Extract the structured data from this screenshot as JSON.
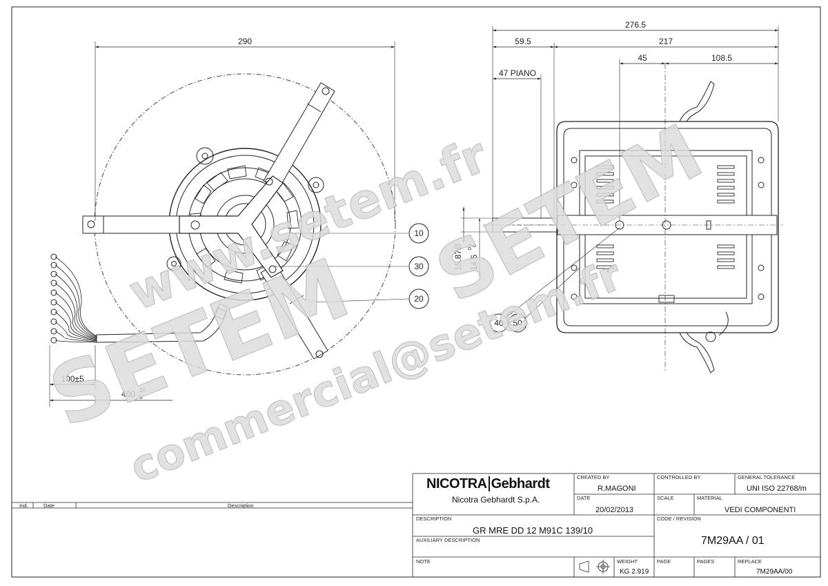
{
  "front_view": {
    "dims": {
      "overall_width": "290",
      "cable_offset": "100±5",
      "cable_length": "400",
      "cable_tol_upper": "30",
      "cable_tol_lower": "0"
    },
    "balloons": [
      "10",
      "30",
      "20"
    ]
  },
  "side_view": {
    "dims": {
      "overall_depth": "276.5",
      "left_part": "59.5",
      "right_part": "217",
      "piano": "47 PIANO",
      "center_offset": "45",
      "right_offset": "108.5",
      "shaft_dia": "15.87Ø",
      "shaft_flat": "14.5",
      "shaft_flat_tol_upper": "0.1",
      "shaft_flat_tol_lower": "0"
    },
    "balloons": [
      "40",
      "50"
    ]
  },
  "watermark": {
    "line1": "www.setem.fr",
    "line2": "SETEM",
    "line3": "commercial@setem.fr",
    "line4": "SETEM"
  },
  "revision_table": {
    "col_ind": "Ind.",
    "col_date": "Date",
    "col_desc": "Description"
  },
  "title_block": {
    "logo_left": "NICOTRA",
    "logo_right": "Gebhardt",
    "company": "Nicotra Gebhardt S.p.A.",
    "created_by_label": "CREATED BY",
    "created_by": "R.MAGONI",
    "controlled_by_label": "CONTROLLED BY",
    "controlled_by": "",
    "general_tolerance_label": "GENERAL TOLERANCE",
    "general_tolerance": "UNI ISO 22768/m",
    "date_label": "DATE",
    "date": "20/02/2013",
    "scale_label": "SCALE",
    "scale": "",
    "material_label": "MATERIAL",
    "material": "VEDI COMPONENTI",
    "description_label": "DESCRIPTION",
    "description": "GR MRE DD 12 M91C 139/10",
    "code_label": "CODE / REVISION",
    "code": "7M29AA / 01",
    "aux_label": "AUXILIARY DESCRIPTION",
    "aux": "",
    "note_label": "NOTE",
    "weight_label": "WEIGHT",
    "weight": "KG 2.919",
    "page_label": "PAGE",
    "pages_label": "PAGES",
    "replace_label": "REPLACE",
    "replace": "7M29AA/00"
  }
}
